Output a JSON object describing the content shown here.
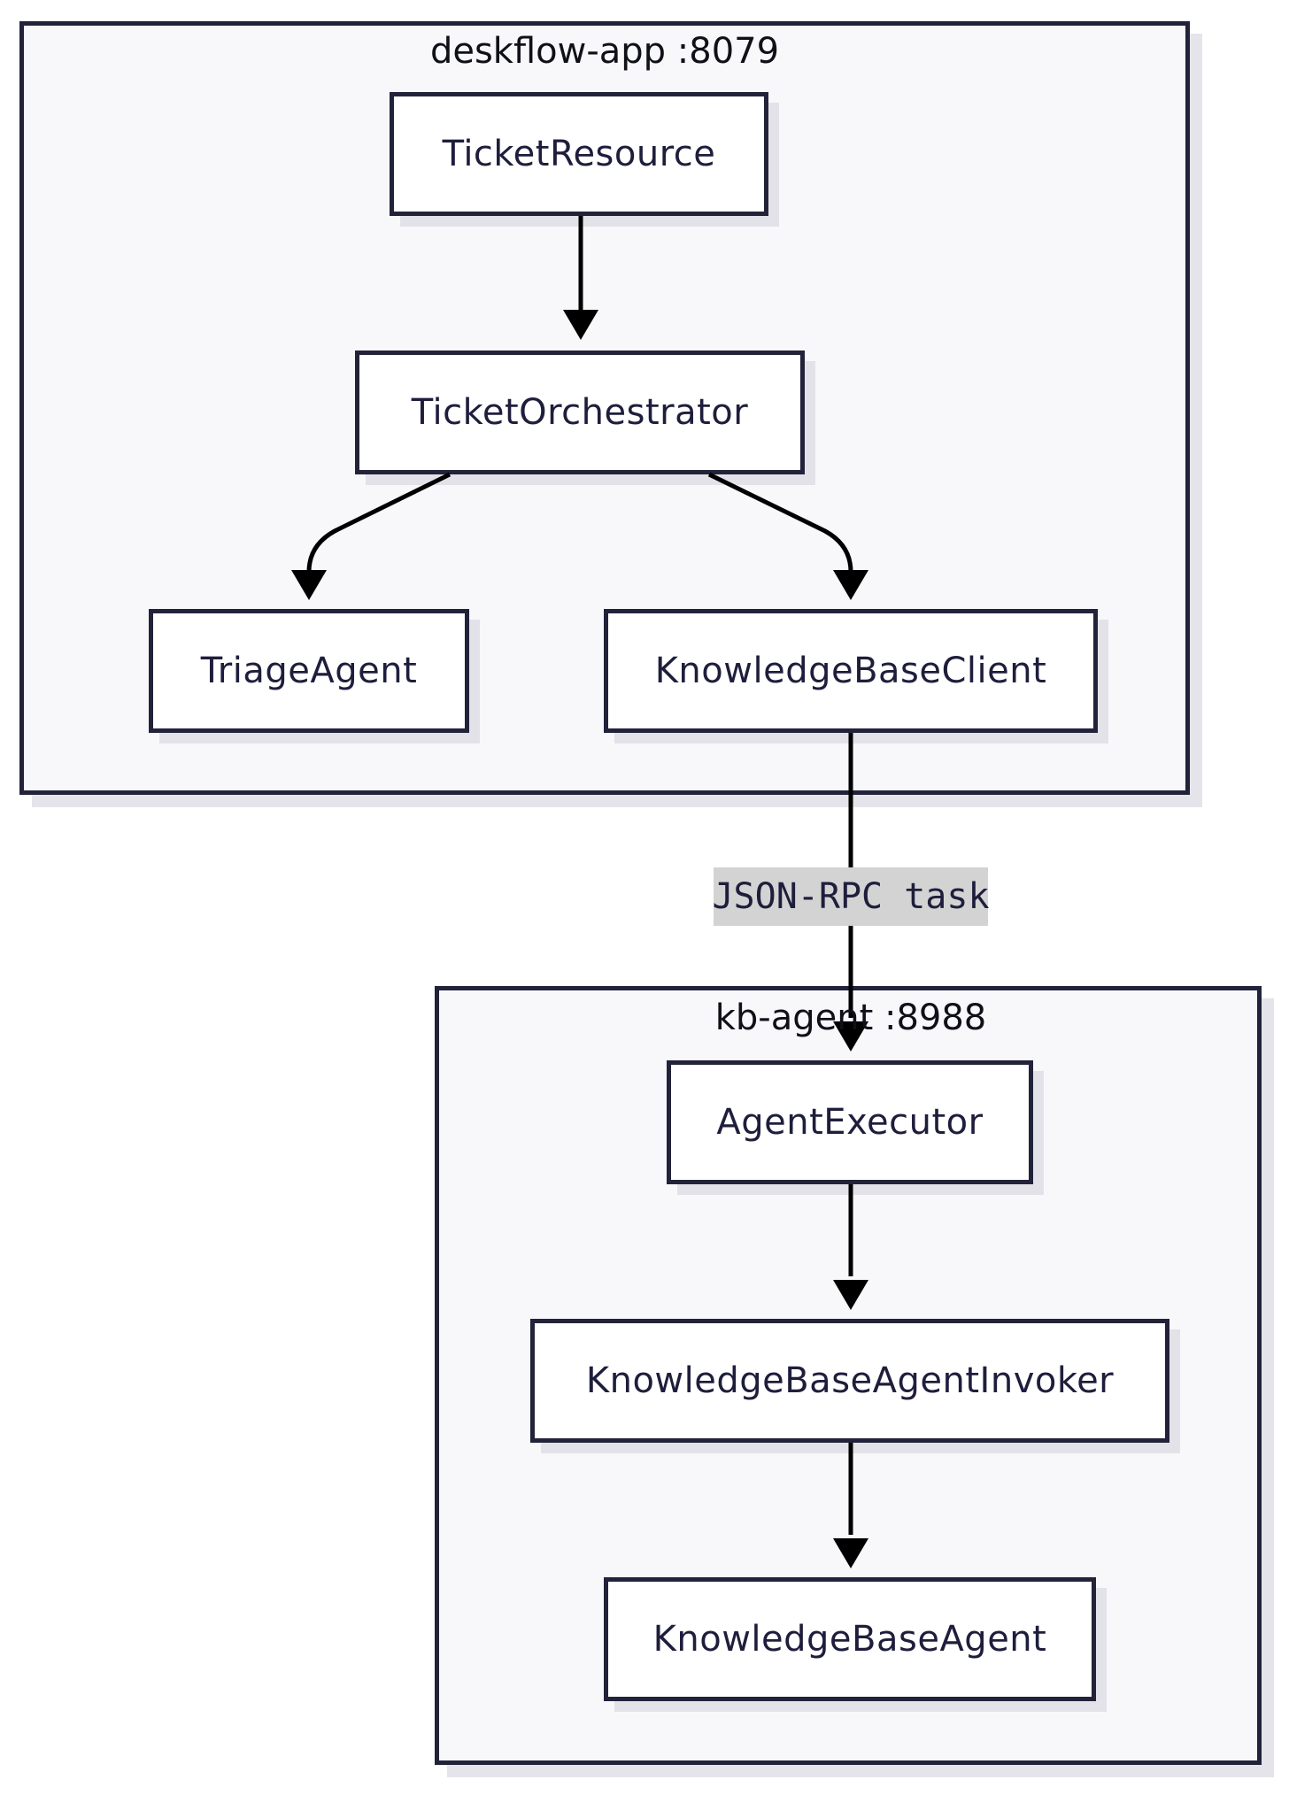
{
  "clusters": {
    "app": {
      "title": "deskflow-app :8079"
    },
    "kb": {
      "title": "kb-agent :8988"
    }
  },
  "nodes": {
    "ticket_resource": "TicketResource",
    "ticket_orchestrator": "TicketOrchestrator",
    "triage_agent": "TriageAgent",
    "kb_client": "KnowledgeBaseClient",
    "agent_executor": "AgentExecutor",
    "kb_agent_invoker": "KnowledgeBaseAgentInvoker",
    "kb_agent": "KnowledgeBaseAgent"
  },
  "edges": [
    {
      "from": "TicketResource",
      "to": "TicketOrchestrator",
      "label": ""
    },
    {
      "from": "TicketOrchestrator",
      "to": "TriageAgent",
      "label": ""
    },
    {
      "from": "TicketOrchestrator",
      "to": "KnowledgeBaseClient",
      "label": ""
    },
    {
      "from": "KnowledgeBaseClient",
      "to": "AgentExecutor",
      "label": "JSON-RPC task"
    },
    {
      "from": "AgentExecutor",
      "to": "KnowledgeBaseAgentInvoker",
      "label": ""
    },
    {
      "from": "KnowledgeBaseAgentInvoker",
      "to": "KnowledgeBaseAgent",
      "label": ""
    }
  ],
  "colors": {
    "border": "#22223a",
    "cluster_fill": "#f8f8fb",
    "node_fill": "#ffffff",
    "edge": "#000000",
    "edge_label_bg": "#d3d3d3"
  }
}
